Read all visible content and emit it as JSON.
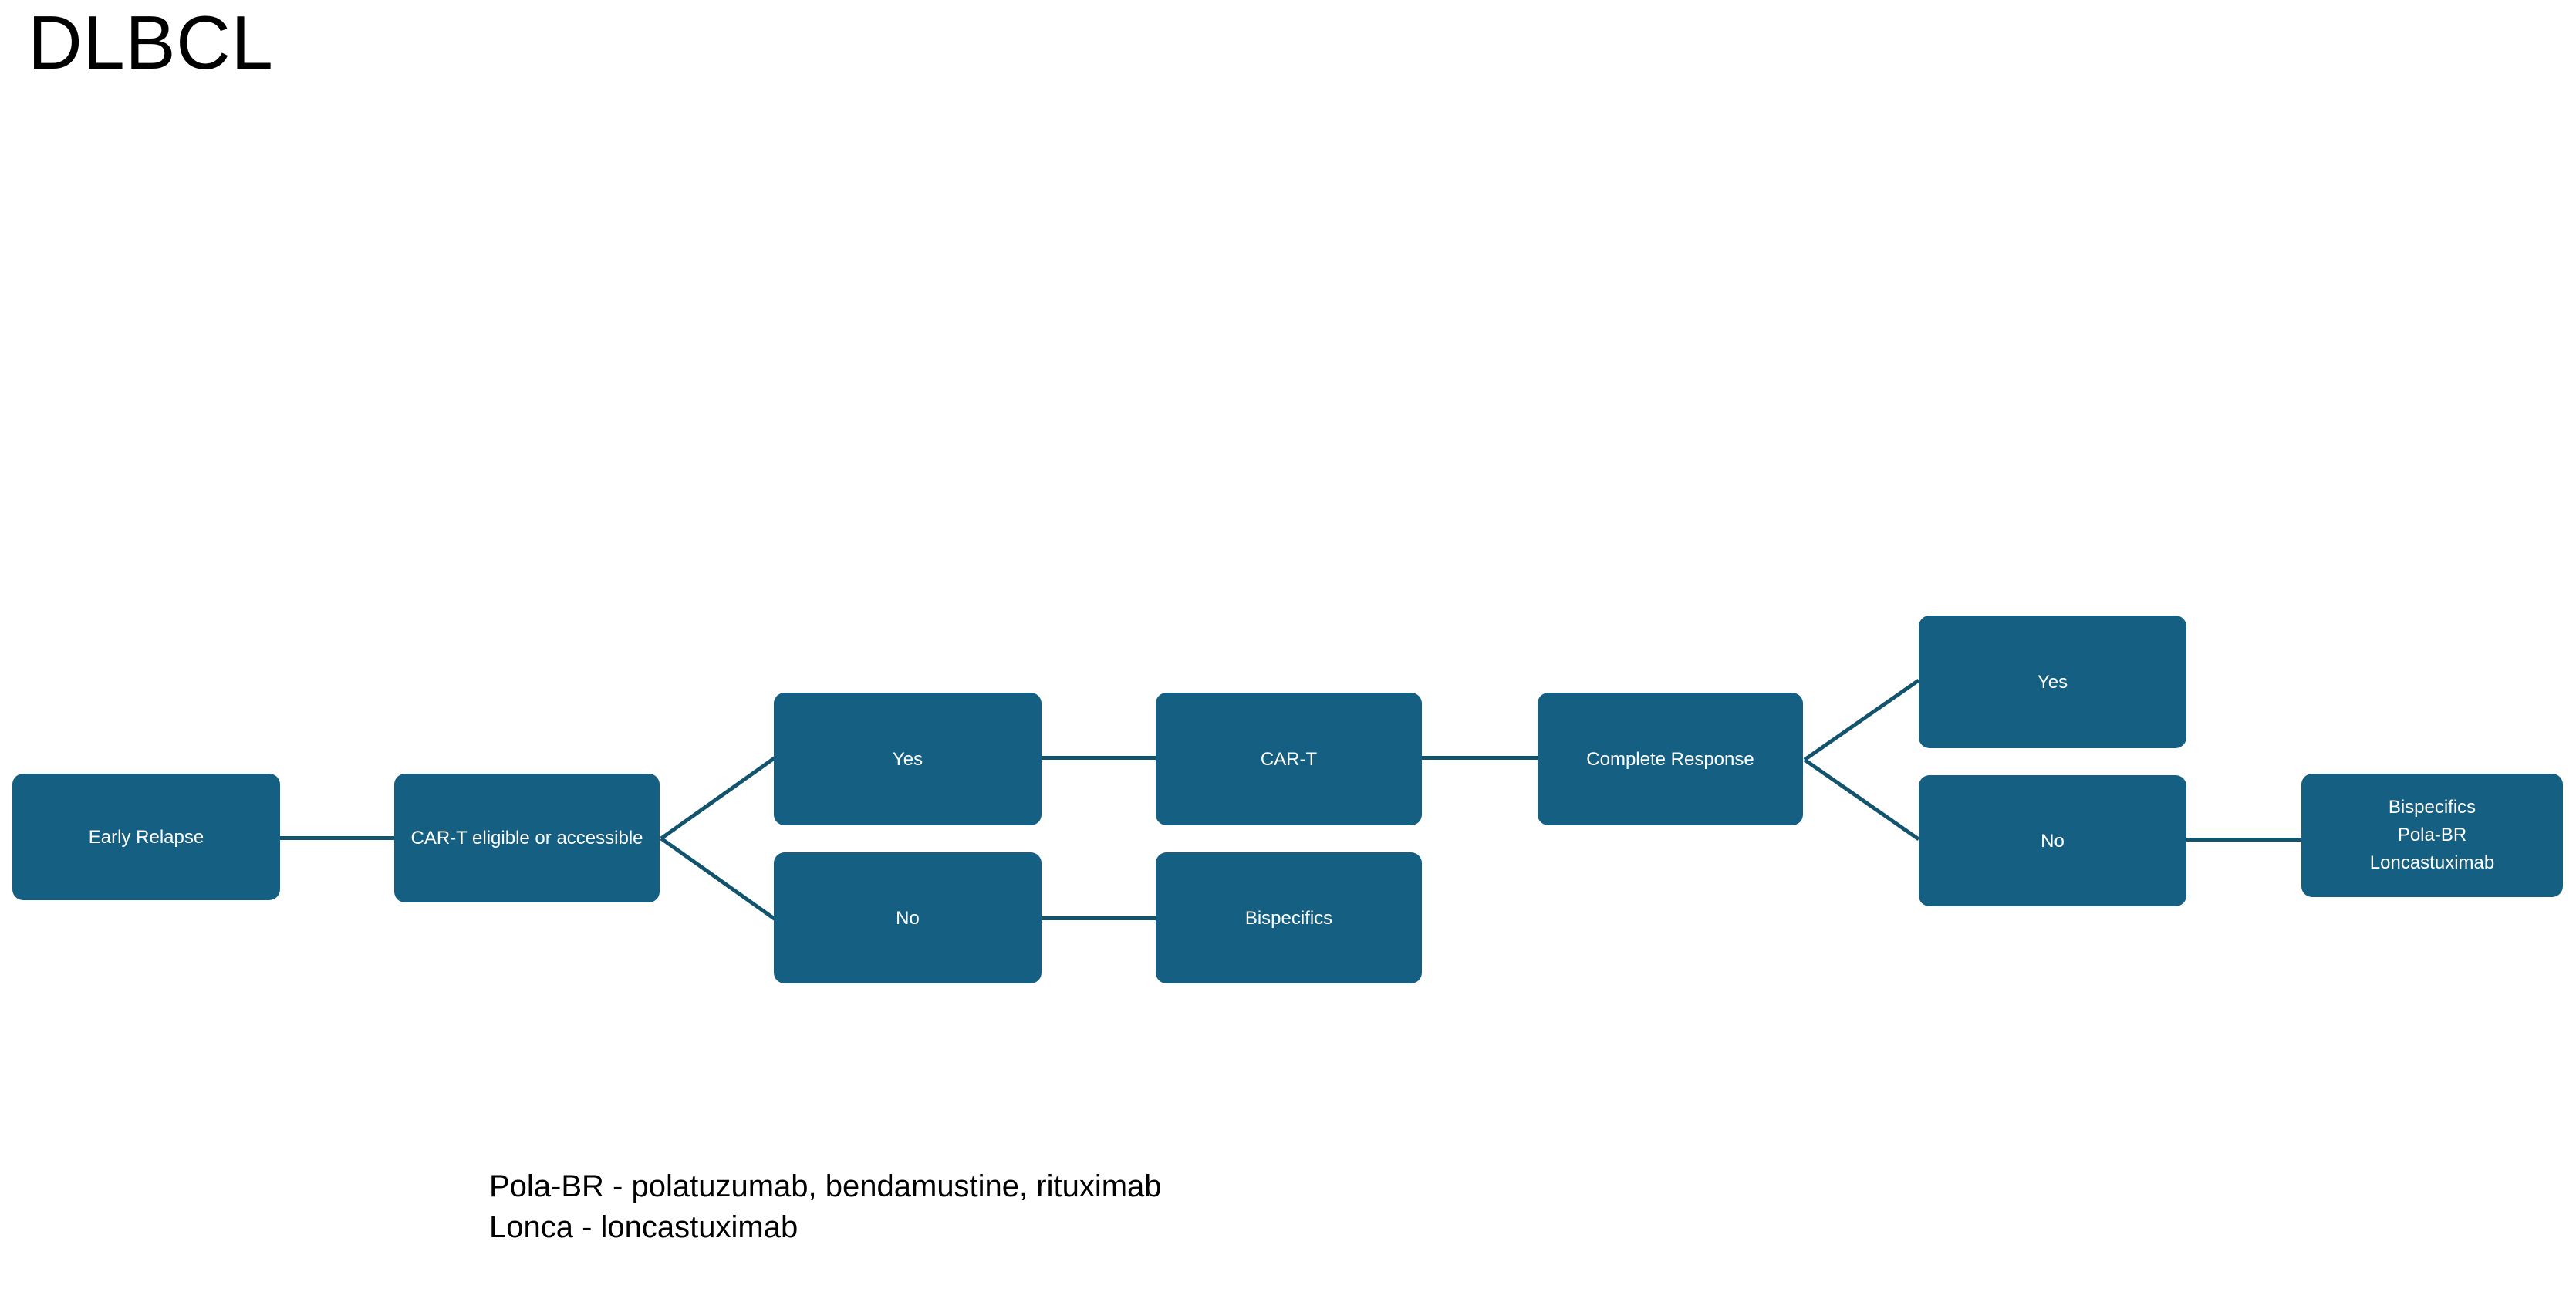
{
  "slide": {
    "title": "DLBCL",
    "colors": {
      "node_fill": "#156082",
      "node_text": "#FFFFFF",
      "connector": "#12536E",
      "background": "#FFFFFF",
      "title_text": "#000000"
    }
  },
  "flowchart": {
    "nodes": [
      {
        "id": "early-relapse",
        "label": "Early Relapse"
      },
      {
        "id": "car-t-eligible",
        "label": "CAR-T eligible or accessible"
      },
      {
        "id": "eligible-yes",
        "label": "Yes"
      },
      {
        "id": "eligible-no",
        "label": "No"
      },
      {
        "id": "car-t",
        "label": "CAR-T"
      },
      {
        "id": "bispecifics",
        "label": "Bispecifics"
      },
      {
        "id": "complete-response",
        "label": "Complete Response"
      },
      {
        "id": "response-yes",
        "label": "Yes"
      },
      {
        "id": "response-no",
        "label": "No"
      },
      {
        "id": "salvage-options",
        "label": "Bispecifics\nPola-BR\nLoncastuximab"
      }
    ]
  },
  "legend": {
    "lines": [
      "Pola-BR - polatuzumab, bendamustine, rituximab",
      "Lonca - loncastuximab"
    ]
  }
}
